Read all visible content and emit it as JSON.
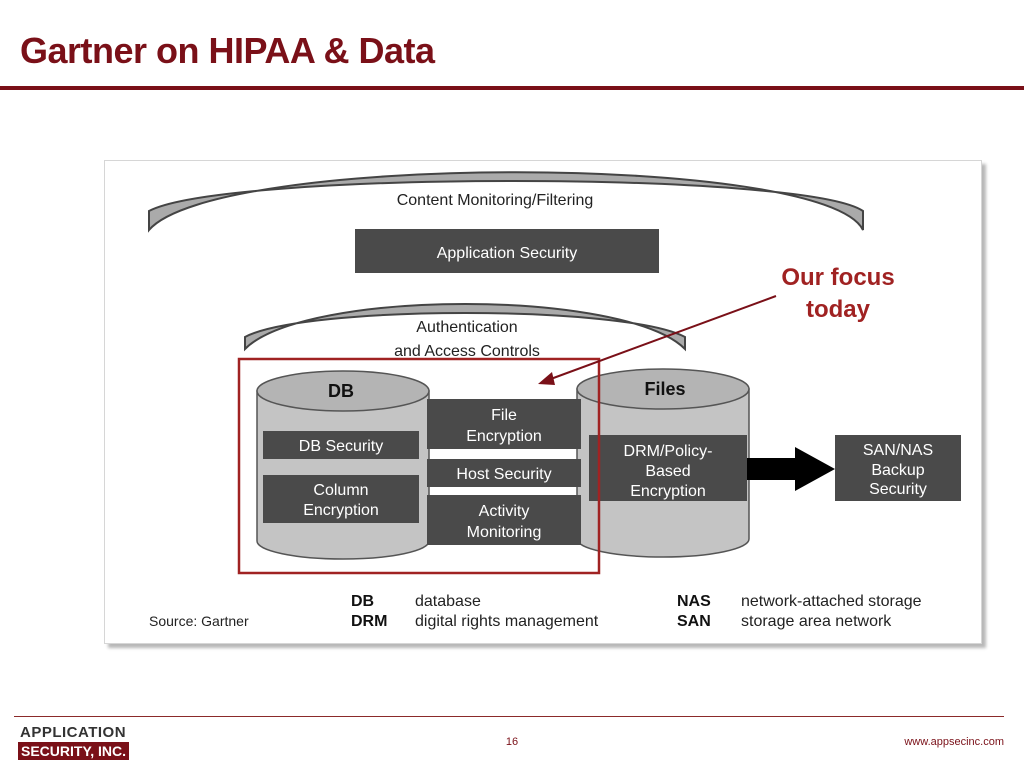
{
  "slide": {
    "title": "Gartner on HIPAA & Data",
    "page_number": "16",
    "website": "www.appsecinc.com"
  },
  "logo": {
    "line1": "APPLICATION",
    "line2": "SECURITY, INC."
  },
  "diagram": {
    "content_monitoring": "Content Monitoring/Filtering",
    "application_security": "Application Security",
    "auth_line1": "Authentication",
    "auth_line2": "and Access Controls",
    "db_label": "DB",
    "files_label": "Files",
    "db_security": "DB Security",
    "column_encryption_line1": "Column",
    "column_encryption_line2": "Encryption",
    "file_encryption_line1": "File",
    "file_encryption_line2": "Encryption",
    "host_security": "Host Security",
    "activity_monitoring_line1": "Activity",
    "activity_monitoring_line2": "Monitoring",
    "drm_line1": "DRM/Policy-",
    "drm_line2": "Based",
    "drm_line3": "Encryption",
    "san_line1": "SAN/NAS",
    "san_line2": "Backup",
    "san_line3": "Security",
    "source": "Source: Gartner",
    "legend": [
      {
        "abbr": "DB",
        "definition": "database"
      },
      {
        "abbr": "DRM",
        "definition": "digital rights management"
      },
      {
        "abbr": "NAS",
        "definition": "network-attached storage"
      },
      {
        "abbr": "SAN",
        "definition": "storage area network"
      }
    ]
  },
  "annotation": {
    "line1": "Our focus",
    "line2": "today",
    "color": "#a02222"
  },
  "colors": {
    "brand": "#7a1018",
    "dark_box": "#4a4a4a",
    "cylinder": "#c4c4c4"
  }
}
